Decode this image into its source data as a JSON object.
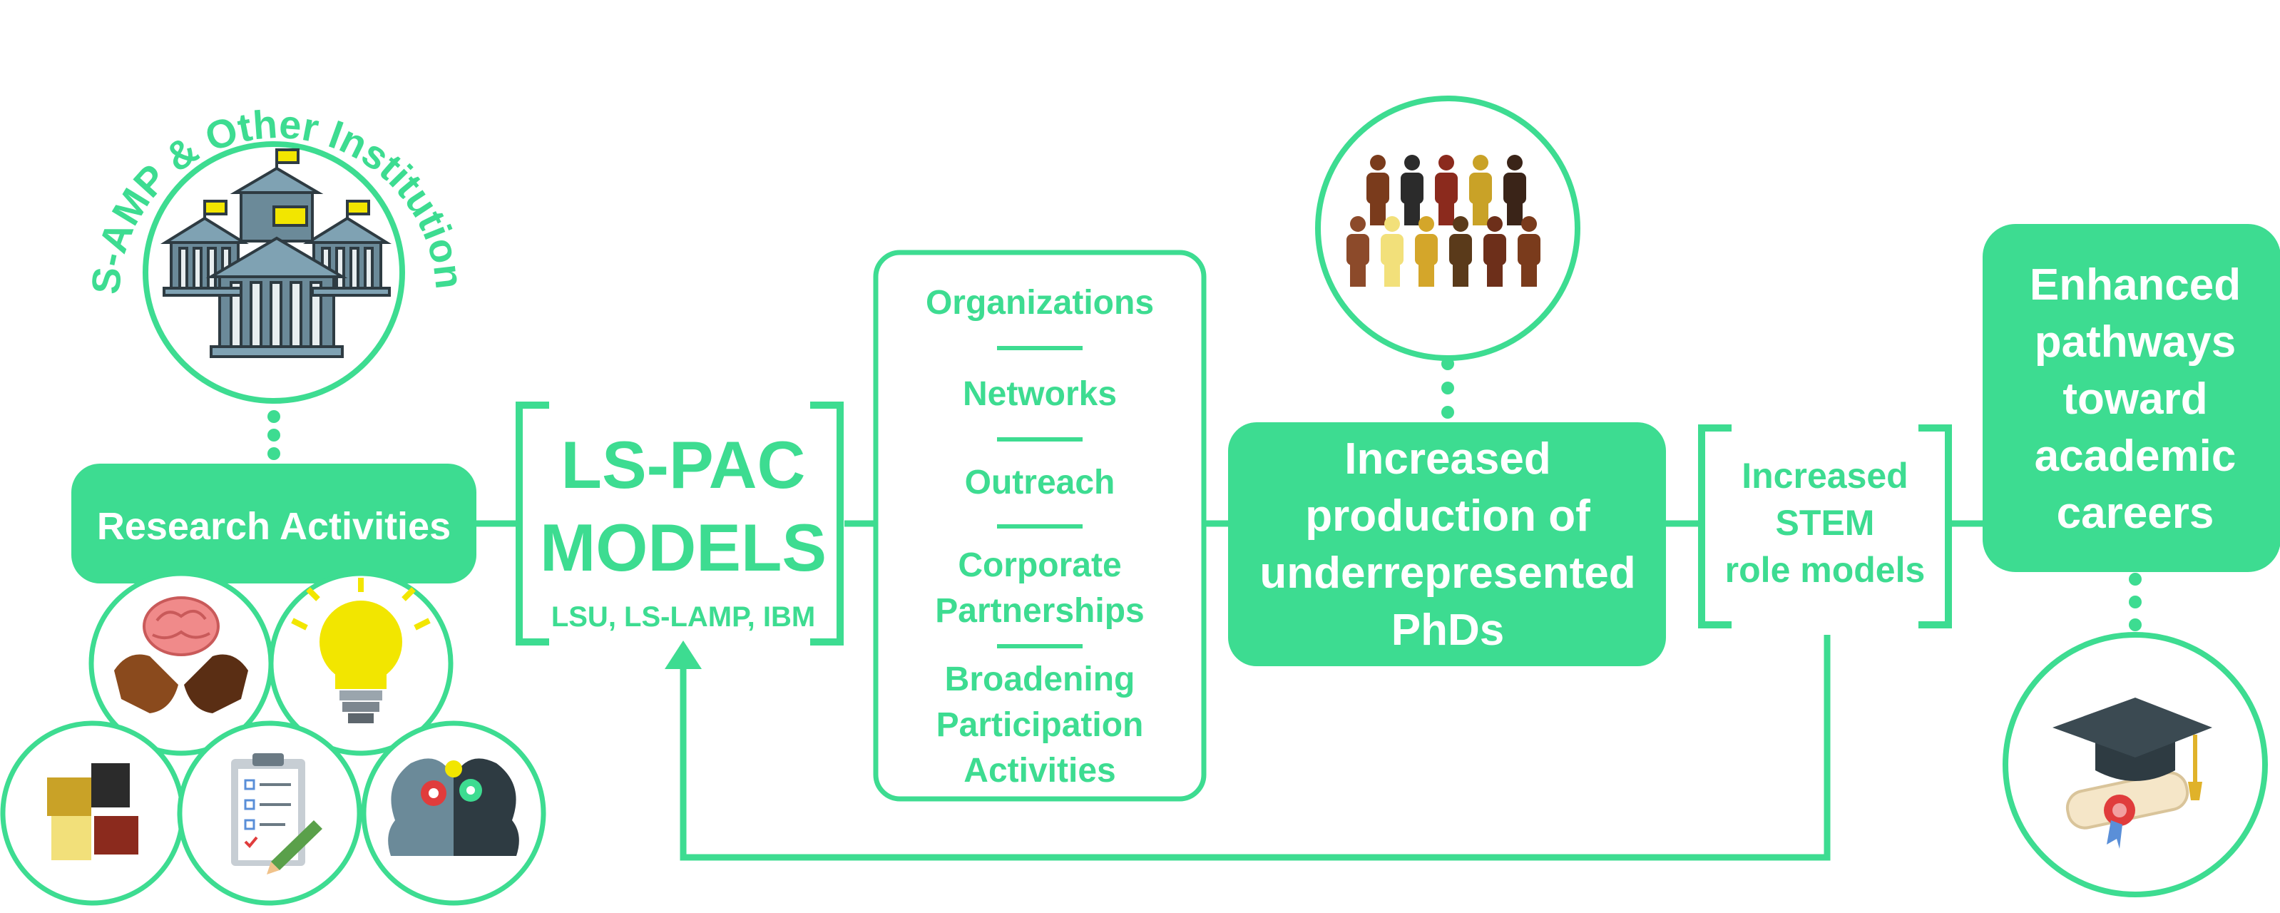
{
  "colors": {
    "accent": "#3ddc91",
    "white": "#ffffff",
    "skin_tones": [
      "#7a3b1c",
      "#2b2b2b",
      "#8b2a1d",
      "#c9a227",
      "#3a2418",
      "#8c4a2a",
      "#f2e07a",
      "#d4a62a",
      "#5a3a1a",
      "#6d2f1a"
    ]
  },
  "institutions": {
    "arc_text": "LS-AMP & Other Institutions",
    "icon": "university-buildings-icon"
  },
  "research": {
    "label": "Research Activities",
    "icons": [
      "brain-hands-icon",
      "lightbulb-icon",
      "diverse-hands-icon",
      "checklist-icon",
      "thinking-heads-icon"
    ]
  },
  "models": {
    "title_line1": "LS-PAC",
    "title_line2": "MODELS",
    "subtitle": "LSU, LS-LAMP, IBM"
  },
  "activities": {
    "items": [
      [
        "Organizations"
      ],
      [
        "Networks"
      ],
      [
        "Outreach"
      ],
      [
        "Corporate",
        "Partnerships"
      ],
      [
        "Broadening",
        "Participation",
        "Activities"
      ]
    ]
  },
  "production": {
    "lines": [
      "Increased",
      "production of",
      "underrepresented",
      "PhDs"
    ],
    "icon": "diverse-people-icon"
  },
  "role_models": {
    "lines": [
      "Increased",
      "STEM",
      "role models"
    ]
  },
  "pathways": {
    "lines": [
      "Enhanced",
      "pathways",
      "toward",
      "academic",
      "careers"
    ],
    "icon": "graduation-cap-diploma-icon"
  }
}
